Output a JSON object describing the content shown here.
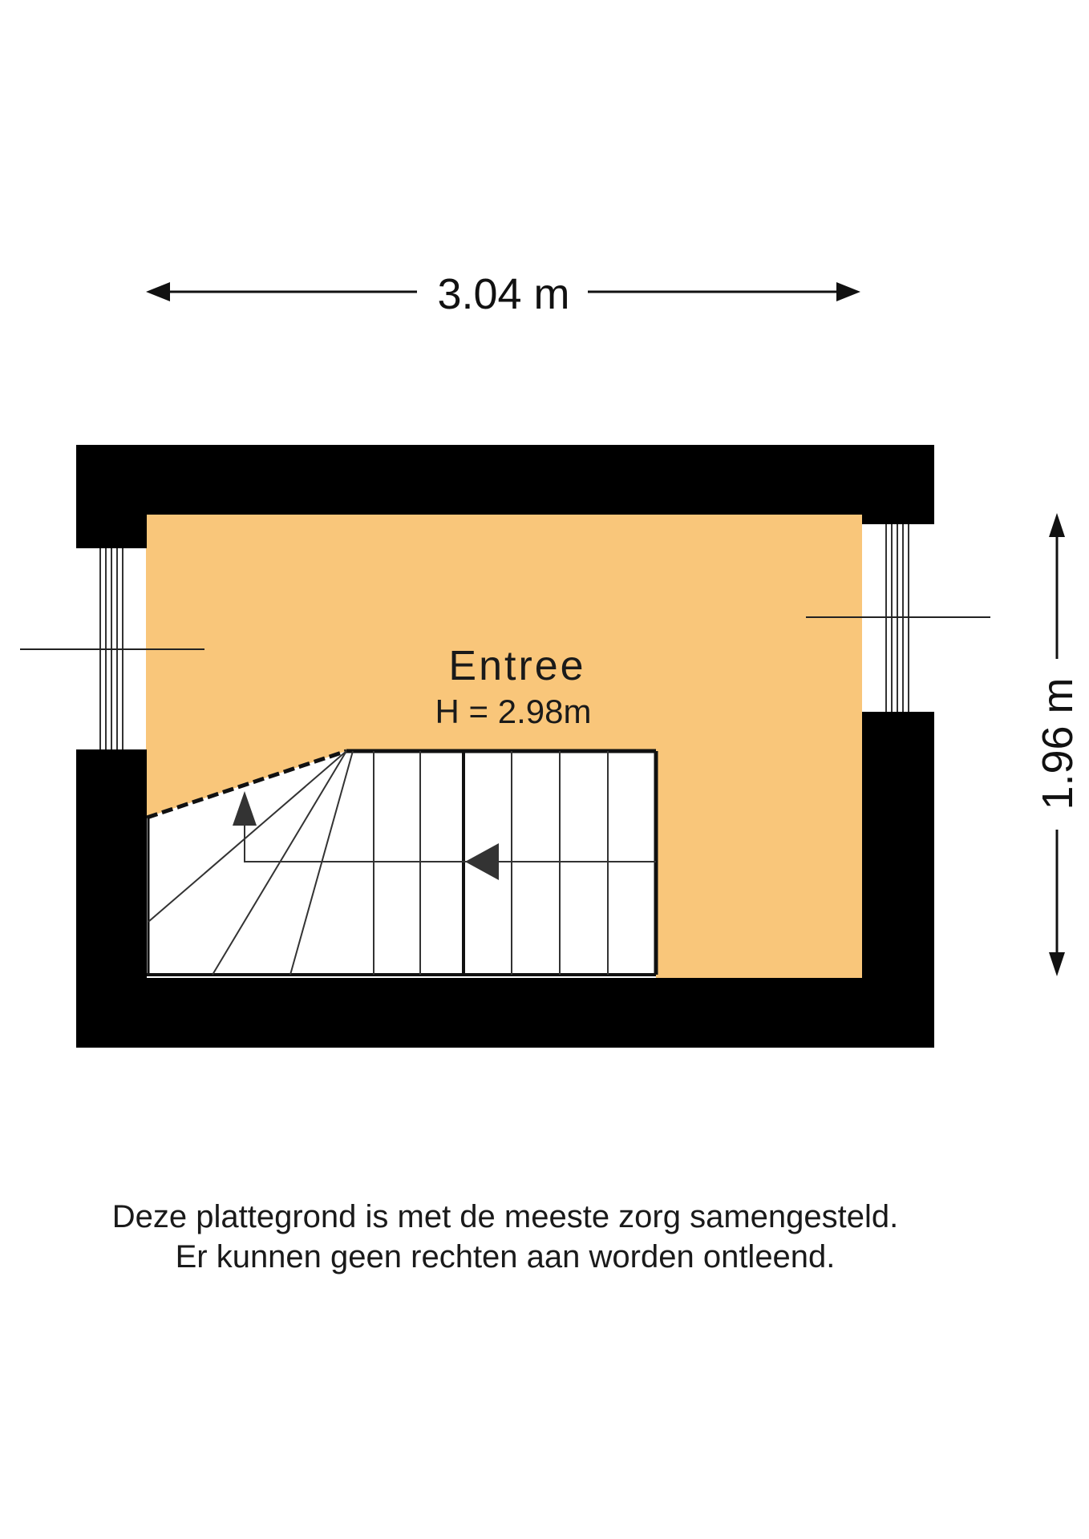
{
  "dimensions": {
    "width_label": "3.04 m",
    "depth_label": "1.96 m"
  },
  "room": {
    "name": "Entree",
    "height": "H = 2.98m"
  },
  "disclaimer": {
    "line1": "Deze plattegrond is met de meeste zorg samengesteld.",
    "line2": "Er kunnen geen rechten aan worden ontleend."
  },
  "colors": {
    "floor": "#F9C67A",
    "wall": "#000000",
    "line": "#222222"
  }
}
